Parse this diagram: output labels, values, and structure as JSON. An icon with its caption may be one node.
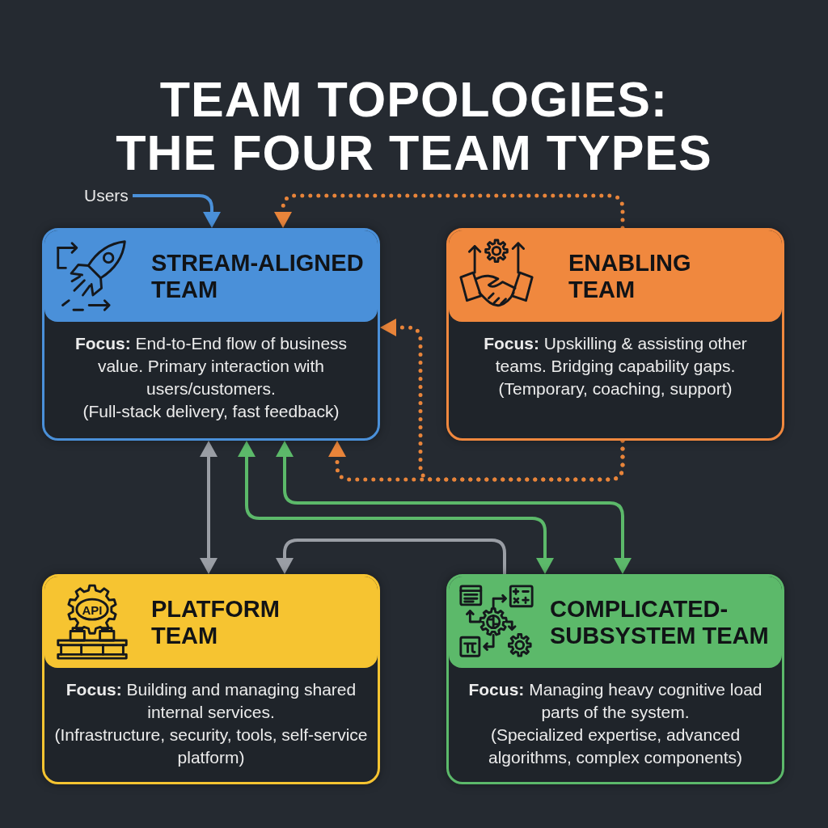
{
  "diagram": {
    "title": "TEAM TOPOLOGIES: THE FOUR TEAM TYPES",
    "nodes": [
      {
        "text": [
          "Users"
        ]
      },
      {
        "text": [
          "STREAM-ALIGNED TEAM",
          "**Focus:** End-to-End flow of business value. Primary interaction with users/customers.",
          "(Full-stack delivery, fast feedback)"
        ]
      },
      {
        "text": [
          "ENABLING TEAM",
          "**Focus:** Upskilling & assisting other teams. Bridging capability gaps.",
          "(Temporary, coaching, support)"
        ]
      },
      {
        "text": [
          "PLATFORM TEAM",
          "**Focus:** Building and managing shared internal services.",
          "(Infrastructure, security, tools, self-service platform)"
        ]
      },
      {
        "text": [
          "COMPLICATED-SUBSYSTEM TEAM",
          "**Focus:** Managing heavy cognitive load parts of the system.",
          "(Specialized expertise, advanced algorithms, complex components)"
        ]
      }
    ],
    "edges": [
      {
        "from": 0,
        "to": 1,
        "arrow": "to",
        "color": "#4a90d9"
      },
      {
        "from": 2,
        "to": 1,
        "arrow": "to",
        "style": "dashed",
        "color": "#e8843a"
      },
      {
        "from": 2,
        "to": 1,
        "arrow": "to",
        "style": "dashed",
        "color": "#e8843a"
      },
      {
        "from": 2,
        "to": 1,
        "arrow": "to",
        "style": "dashed",
        "color": "#e8843a"
      },
      {
        "from": 1,
        "to": 3,
        "arrow": "both",
        "color": "#9a9ea5"
      },
      {
        "from": 4,
        "to": 3,
        "arrow": "to",
        "color": "#9a9ea5"
      },
      {
        "from": 1,
        "to": 4,
        "arrow": "both",
        "color": "#5cb96a"
      },
      {
        "from": 1,
        "to": 4,
        "arrow": "both",
        "color": "#5cb96a"
      }
    ],
    "labels": [
      "API"
    ]
  }
}
